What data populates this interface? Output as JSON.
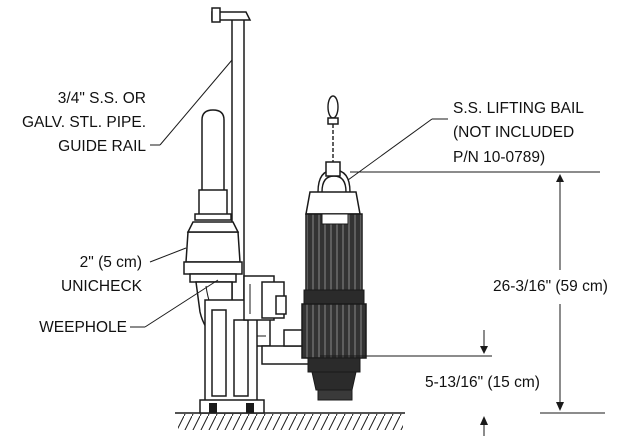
{
  "labels": {
    "guide_rail_line1": "3/4\" S.S. OR",
    "guide_rail_line2": "GALV. STL. PIPE.",
    "guide_rail_line3": "GUIDE RAIL",
    "unicheck_line1": "2\" (5 cm)",
    "unicheck_line2": "UNICHECK",
    "weephole": "WEEPHOLE",
    "bail_line1": "S.S. LIFTING BAIL",
    "bail_line2": "(NOT INCLUDED",
    "bail_line3": "P/N 10-0789)",
    "dim_height": "26-3/16\" (59 cm)",
    "dim_inlet": "5-13/16\" (15 cm)"
  },
  "colors": {
    "line": "#1a1a1a",
    "pump_fill": "#2b2b2b",
    "background": "#ffffff"
  }
}
